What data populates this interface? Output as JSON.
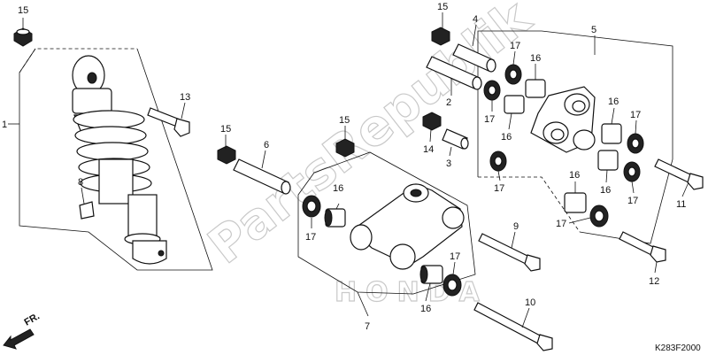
{
  "diagram": {
    "figure_code": "K283F2000",
    "front_arrow_label": "FR.",
    "watermark_text": "PartsRepublik",
    "brand_logo_text": "HONDA",
    "callouts": [
      {
        "id": "c1",
        "label": "1"
      },
      {
        "id": "c15a",
        "label": "15"
      },
      {
        "id": "c13",
        "label": "13"
      },
      {
        "id": "c8",
        "label": "8"
      },
      {
        "id": "c15b",
        "label": "15"
      },
      {
        "id": "c6",
        "label": "6"
      },
      {
        "id": "c15c",
        "label": "15"
      },
      {
        "id": "c16a",
        "label": "16"
      },
      {
        "id": "c17a",
        "label": "17"
      },
      {
        "id": "c7",
        "label": "7"
      },
      {
        "id": "c16b",
        "label": "16"
      },
      {
        "id": "c17b",
        "label": "17"
      },
      {
        "id": "c9",
        "label": "9"
      },
      {
        "id": "c10",
        "label": "10"
      },
      {
        "id": "c15d",
        "label": "15"
      },
      {
        "id": "c4",
        "label": "4"
      },
      {
        "id": "c17c",
        "label": "17"
      },
      {
        "id": "c16c",
        "label": "16"
      },
      {
        "id": "c5",
        "label": "5"
      },
      {
        "id": "c2",
        "label": "2"
      },
      {
        "id": "c17d",
        "label": "17"
      },
      {
        "id": "c16d",
        "label": "16"
      },
      {
        "id": "c14",
        "label": "14"
      },
      {
        "id": "c3",
        "label": "3"
      },
      {
        "id": "c17e",
        "label": "17"
      },
      {
        "id": "c16e",
        "label": "16"
      },
      {
        "id": "c17f",
        "label": "17"
      },
      {
        "id": "c16f",
        "label": "16"
      },
      {
        "id": "c17g",
        "label": "17"
      },
      {
        "id": "c16g",
        "label": "16"
      },
      {
        "id": "c17h",
        "label": "17"
      },
      {
        "id": "c11",
        "label": "11"
      },
      {
        "id": "c12",
        "label": "12"
      }
    ]
  }
}
